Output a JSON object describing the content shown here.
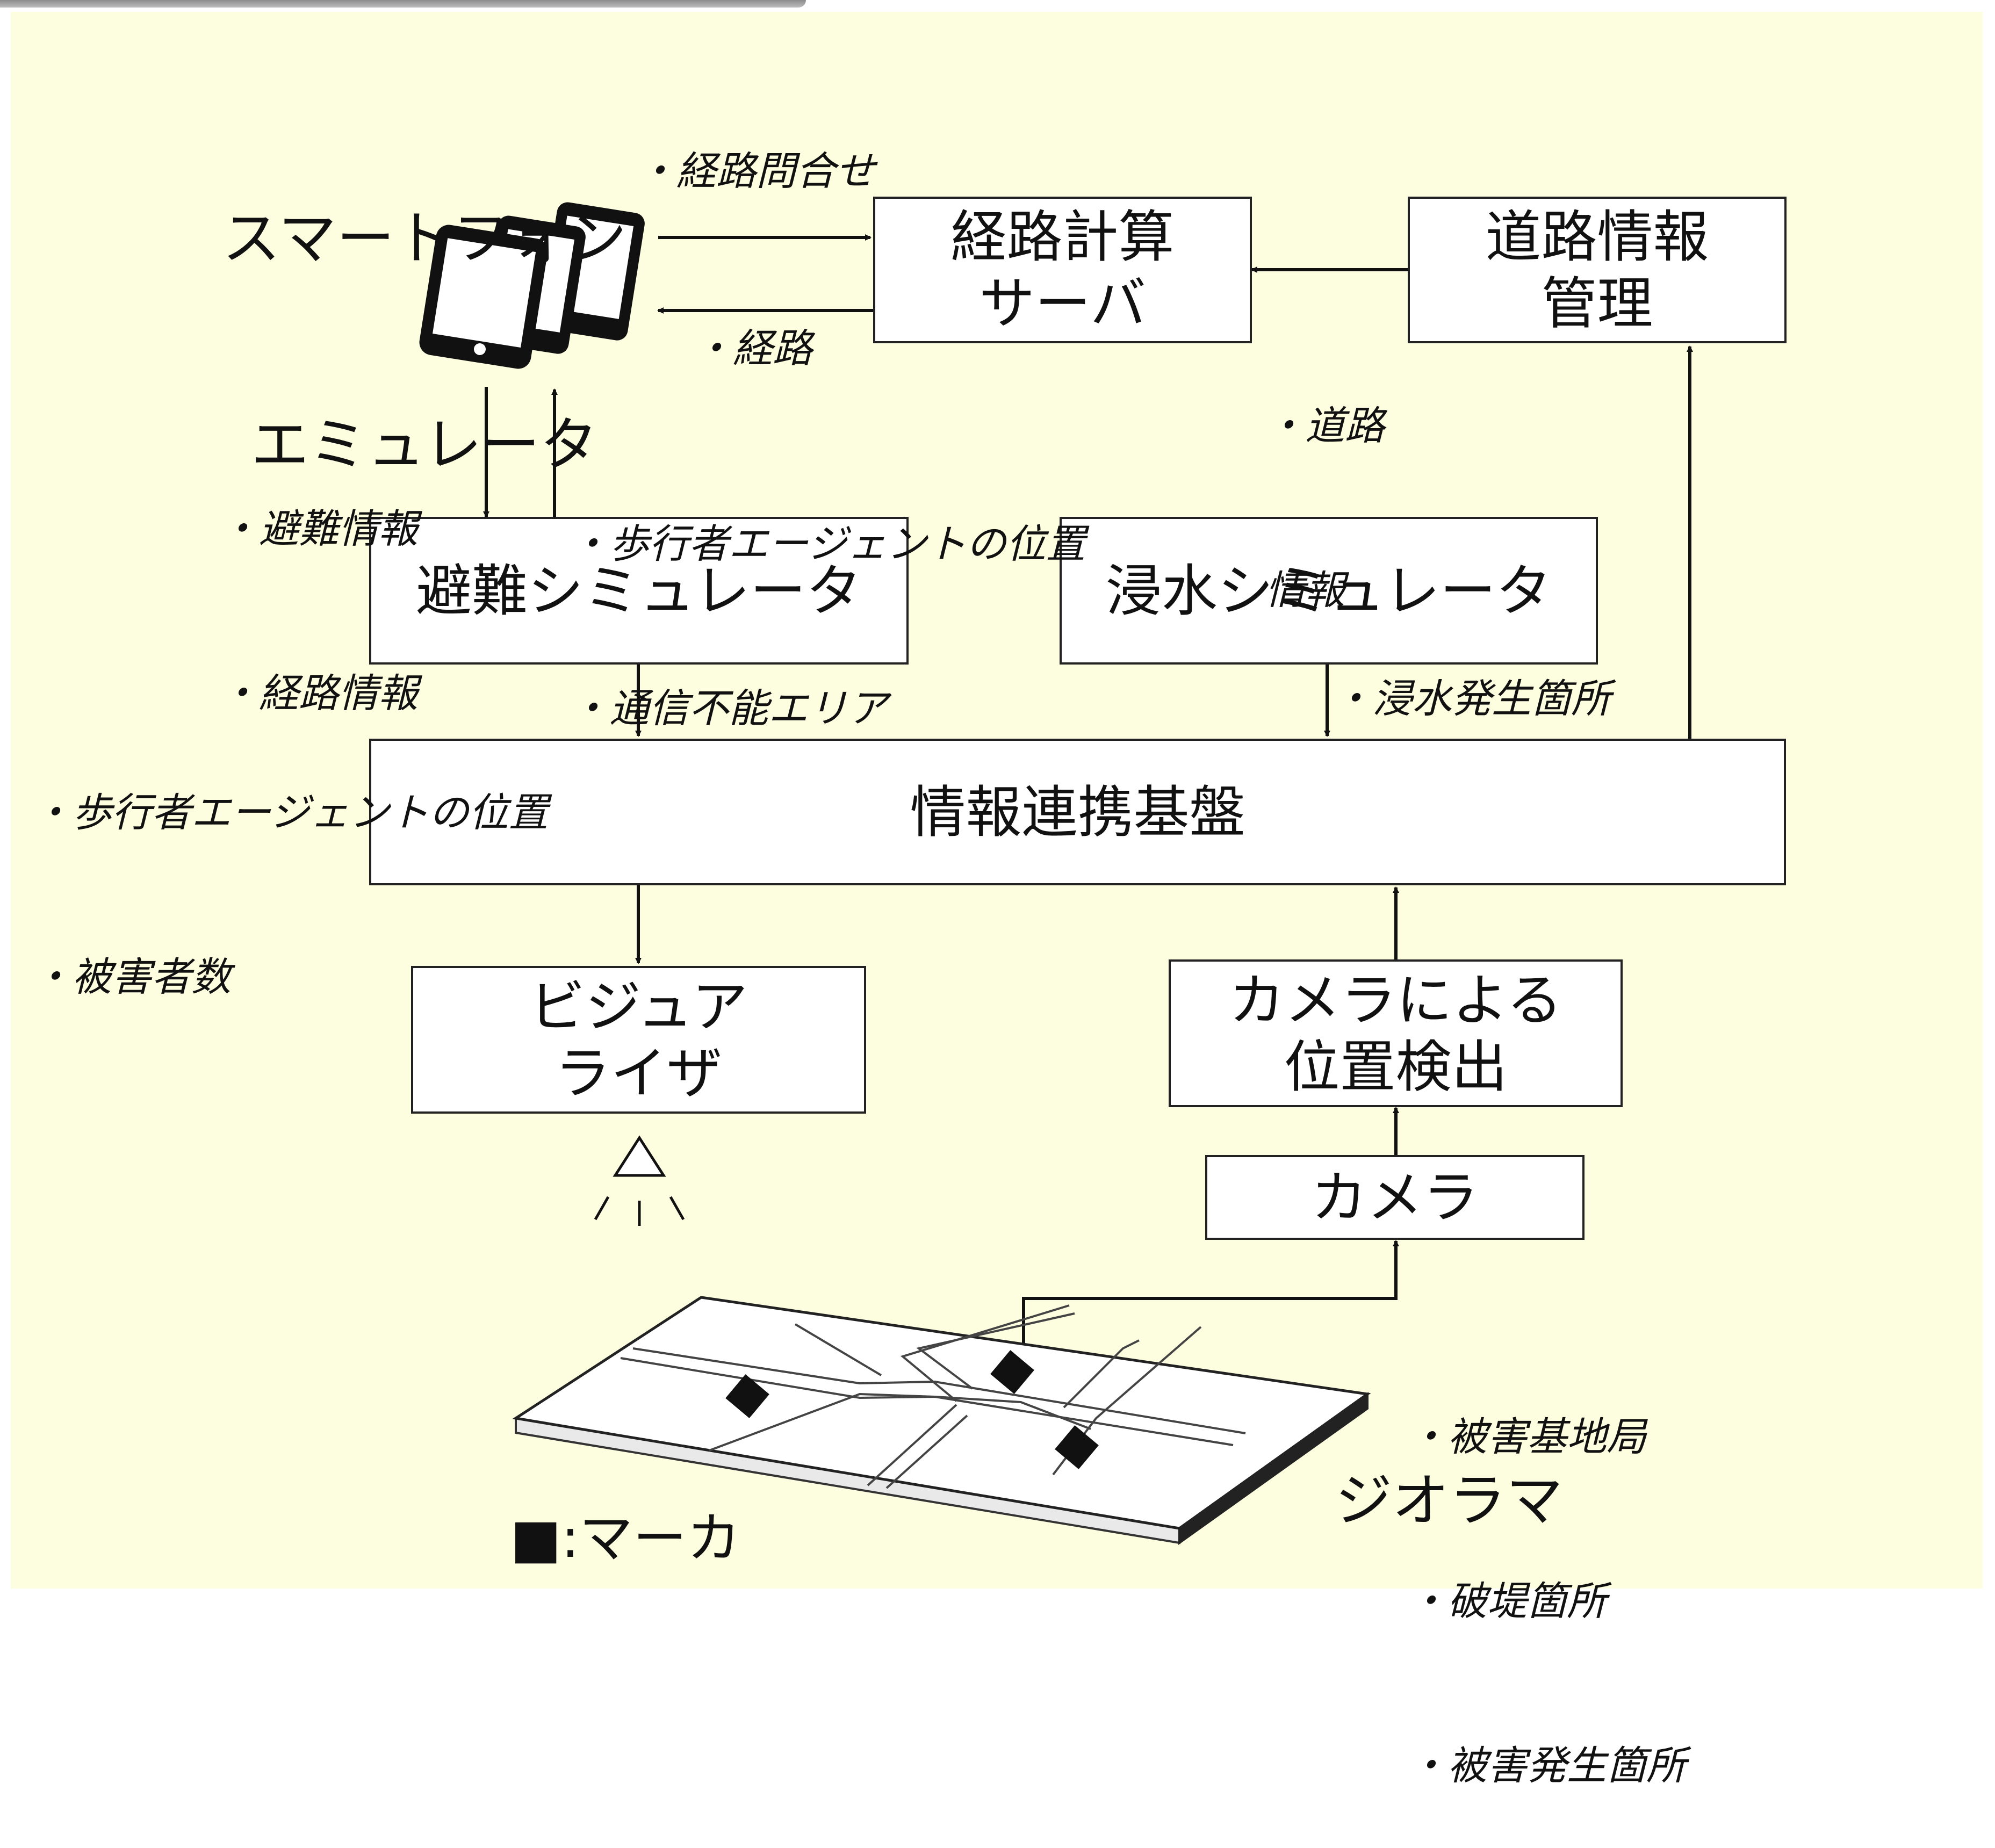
{
  "diagram": {
    "smartphone_title": [
      "スマートフォン",
      "エミュレータ"
    ],
    "boxes": {
      "route_server": [
        "経路計算",
        "サーバ"
      ],
      "road_info": [
        "道路情報",
        "管理"
      ],
      "evac_sim": "避難シミュレータ",
      "flood_sim": "浸水シミュレータ",
      "info_platform": "情報連携基盤",
      "visualizer": [
        "ビジュア",
        "ライザ"
      ],
      "camera_detect": [
        "カメラによる",
        "位置検出"
      ],
      "camera": "カメラ"
    },
    "labels": {
      "route_query": "・経路問合せ",
      "route": "・経路",
      "road_info": [
        "・道路",
        "情報"
      ],
      "to_phone": [
        "・避難情報",
        "・経路情報"
      ],
      "from_phone": [
        "・歩行者エージェントの位置",
        "・通信不能エリア"
      ],
      "evac_out": [
        "・歩行者エージェントの位置",
        "・被害者数"
      ],
      "flood_out": "・浸水発生箇所",
      "diorama_out": [
        "・被害基地局",
        "・破堤箇所",
        "・被害発生箇所"
      ]
    },
    "diorama_label": "ジオラマ",
    "legend": "■:マーカ"
  }
}
